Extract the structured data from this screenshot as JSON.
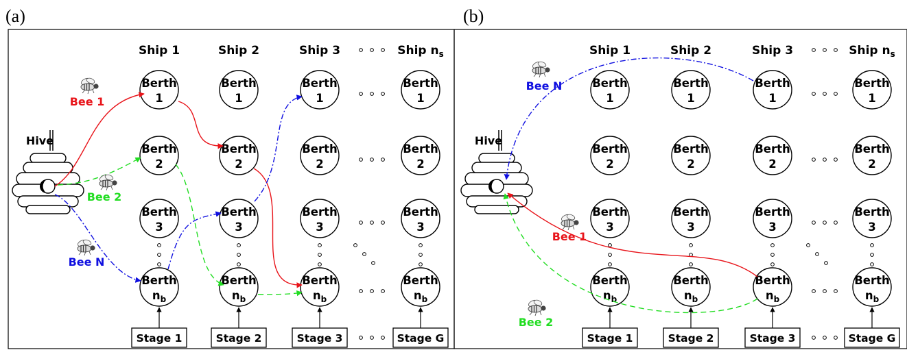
{
  "colors": {
    "bee1": "#e8141a",
    "bee2": "#22dd22",
    "beeN": "#1010e0",
    "line": "#000000"
  },
  "labels": {
    "panel_a": "(a)",
    "panel_b": "(b)",
    "hive": "Hive",
    "berth": "Berth",
    "berth_index": [
      "1",
      "2",
      "3"
    ],
    "berth_last": "n",
    "berth_last_sub": "b",
    "ship_prefix": "Ship",
    "ships": [
      "1",
      "2",
      "3"
    ],
    "ship_last": "n",
    "ship_last_sub": "s",
    "stages": [
      "Stage 1",
      "Stage 2",
      "Stage 3"
    ],
    "stage_last": "Stage G"
  },
  "panel_a": {
    "bees": [
      "Bee 1",
      "Bee 2",
      "Bee N"
    ]
  },
  "panel_b": {
    "bees": [
      "Bee N",
      "Bee 1",
      "Bee 2"
    ]
  }
}
